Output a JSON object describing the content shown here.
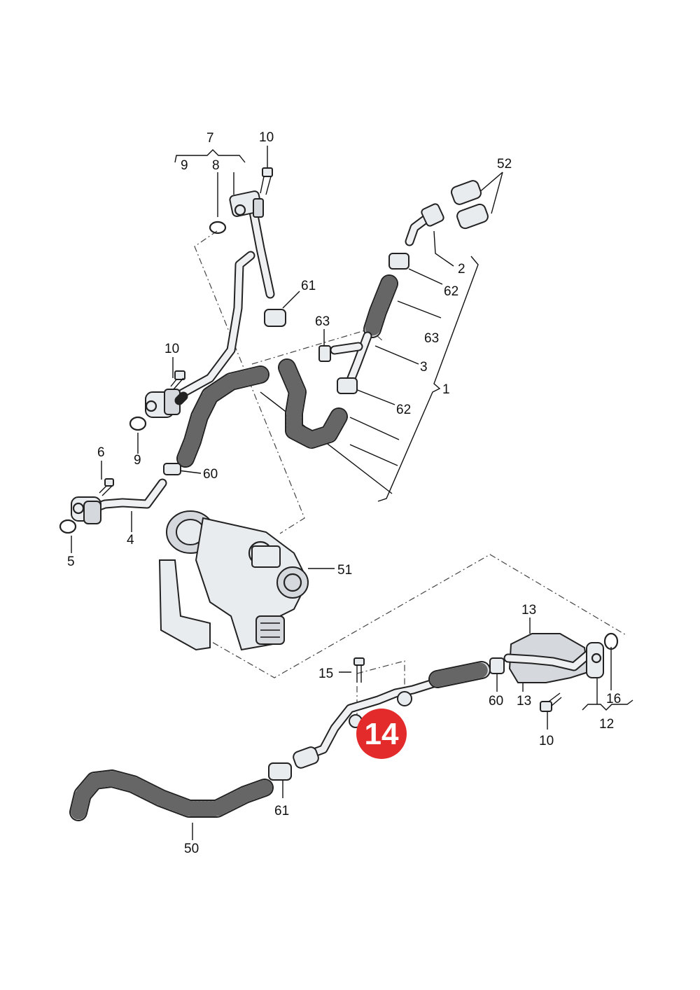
{
  "callouts": {
    "c7": "7",
    "c9": "9",
    "c8": "8",
    "c10a": "10",
    "c52": "52",
    "c61a": "61",
    "c2": "2",
    "c62a": "62",
    "c63a": "63",
    "c63b": "63",
    "c10b": "10",
    "c3": "3",
    "c1": "1",
    "c62b": "62",
    "c9b": "9",
    "c6": "6",
    "c60a": "60",
    "c4": "4",
    "c5": "5",
    "c51": "51",
    "c13a": "13",
    "c15": "15",
    "c60b": "60",
    "c13b": "13",
    "c16": "16",
    "c12": "12",
    "c10c": "10",
    "c61b": "61",
    "c50": "50"
  },
  "highlight": {
    "label": "14",
    "color": "#e32b2b"
  },
  "colors": {
    "line": "#111111",
    "part_fill": "#e9ecef",
    "hose_fill": "#dcdfe3"
  }
}
